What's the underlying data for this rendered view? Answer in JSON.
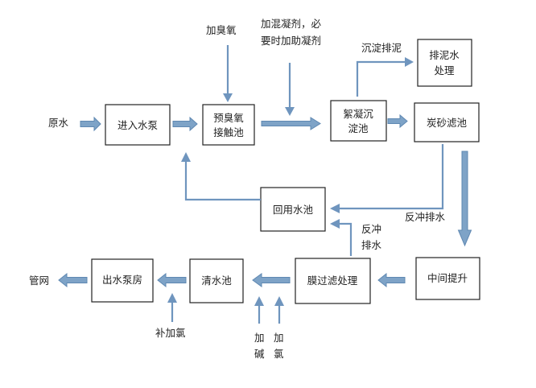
{
  "nodes": {
    "pump_in": "进入水泵",
    "preozone": [
      "预臭氧",
      "接触池"
    ],
    "floc": [
      "絮凝沉",
      "淀池"
    ],
    "sludge_treat": [
      "排泥水",
      "处理"
    ],
    "carbon": "炭砂滤池",
    "recycle": "回用水池",
    "mid_lift": "中间提升",
    "membrane": "膜过滤处理",
    "clear": "清水池",
    "out_pump": "出水泵房"
  },
  "labels": {
    "raw": "原水",
    "ozone": "加臭氧",
    "coag": [
      "加混凝剂，必",
      "要时加助凝剂"
    ],
    "sludge": "沉淀排泥",
    "backwash1": "反冲排水",
    "backwash2": [
      "反冲",
      "排水"
    ],
    "pipe": "管网",
    "chlor_add": "补加氯",
    "alkali": [
      "加",
      "碱"
    ],
    "chlorine": [
      "加",
      "氯"
    ]
  }
}
